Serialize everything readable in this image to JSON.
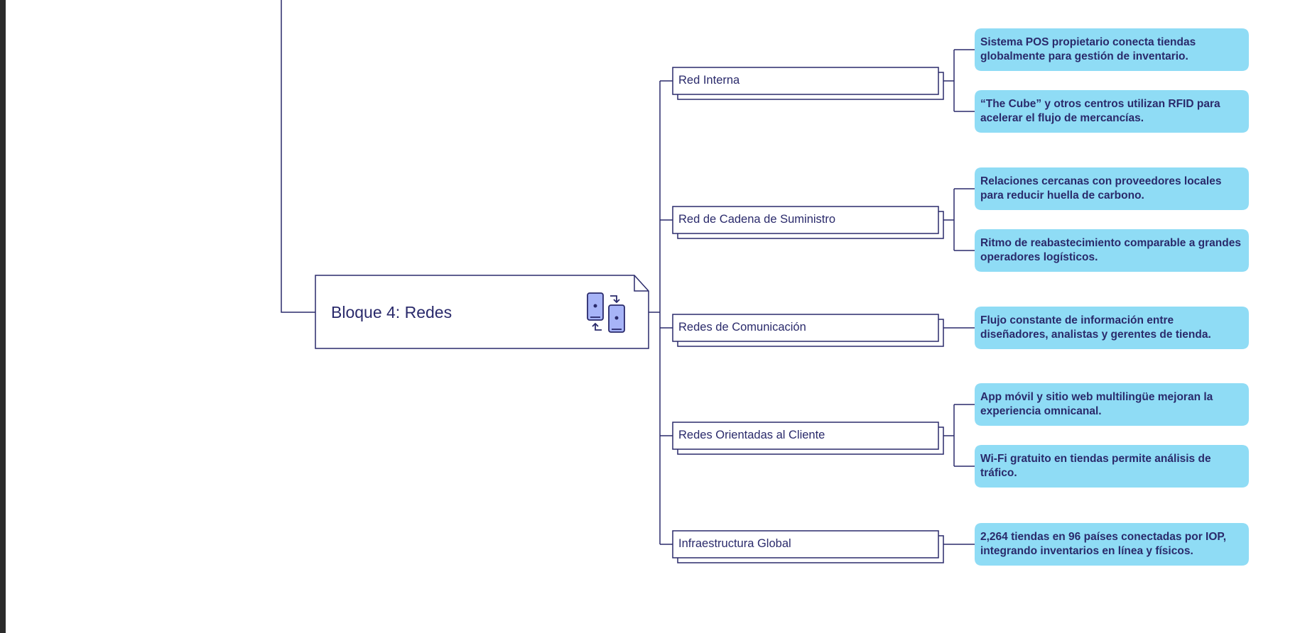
{
  "colors": {
    "line": "#2a2a6b",
    "leaf_fill": "#8fdcf5",
    "icon_fill": "#a7b4f7"
  },
  "main_node": {
    "title": "Bloque 4: Redes",
    "icon": "phones-sync-icon"
  },
  "branches": [
    {
      "label": "Red Interna",
      "leaves": [
        "Sistema POS propietario conecta tiendas globalmente para gestión de inventario.",
        "“The Cube” y otros centros utilizan RFID para acelerar el flujo de mercancías."
      ]
    },
    {
      "label": "Red de Cadena de Suministro",
      "leaves": [
        "Relaciones cercanas con proveedores locales para reducir huella de carbono.",
        "Ritmo de reabastecimiento comparable a grandes operadores logísticos."
      ]
    },
    {
      "label": "Redes de Comunicación",
      "leaves": [
        "Flujo constante de información entre diseñadores, analistas y gerentes de tienda."
      ]
    },
    {
      "label": "Redes Orientadas al Cliente",
      "leaves": [
        "App móvil y sitio web multilingüe mejoran la experiencia omnicanal.",
        "Wi-Fi gratuito en tiendas permite análisis de tráfico."
      ]
    },
    {
      "label": "Infraestructura Global",
      "leaves": [
        "2,264 tiendas en 96 países conectadas por IOP, integrando inventarios en línea y físicos."
      ]
    }
  ]
}
